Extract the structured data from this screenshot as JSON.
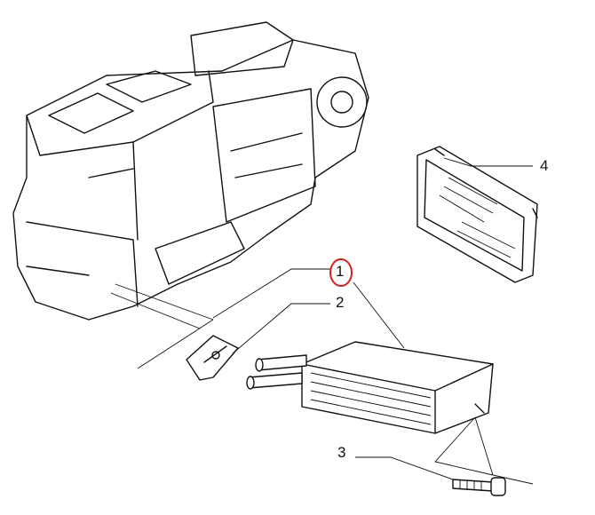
{
  "diagram": {
    "callouts": [
      {
        "number": "1",
        "part": "heater-core",
        "highlighted": true
      },
      {
        "number": "2",
        "part": "clip"
      },
      {
        "number": "3",
        "part": "screw"
      },
      {
        "number": "4",
        "part": "filter"
      }
    ],
    "highlight_color": "#d62020"
  }
}
